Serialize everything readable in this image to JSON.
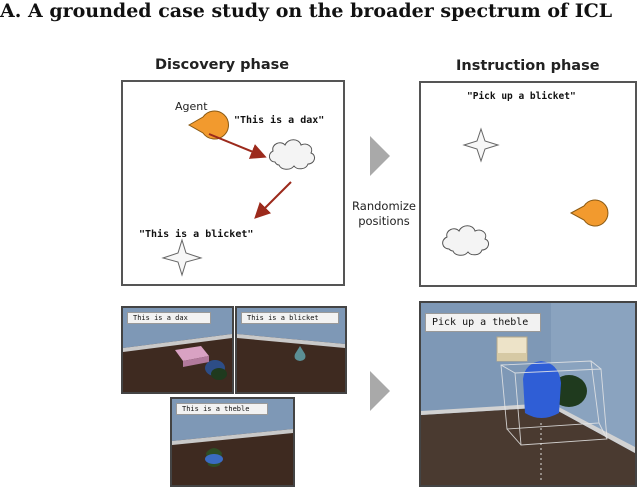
{
  "figure": {
    "title": "A.  A grounded case study on the broader spectrum of ICL"
  },
  "discovery": {
    "title": "Discovery phase",
    "agent_label": "Agent",
    "dax_quote": "\"This is a dax\"",
    "blicket_quote": "\"This is a blicket\""
  },
  "instruction": {
    "title": "Instruction phase",
    "quote": "\"Pick up a blicket\""
  },
  "transition": {
    "line1": "Randomize",
    "line2": "positions"
  },
  "scenes": {
    "dax": "This is a dax",
    "blicket": "This is a blicket",
    "theble": "This is a theble",
    "pickup": "Pick up a theble"
  },
  "colors": {
    "agent": "#f29a2e",
    "arrow": "#9c2a1c",
    "chevron": "#a9a9a9",
    "wall": "#7d97b5",
    "floor": "#4a2f22"
  }
}
